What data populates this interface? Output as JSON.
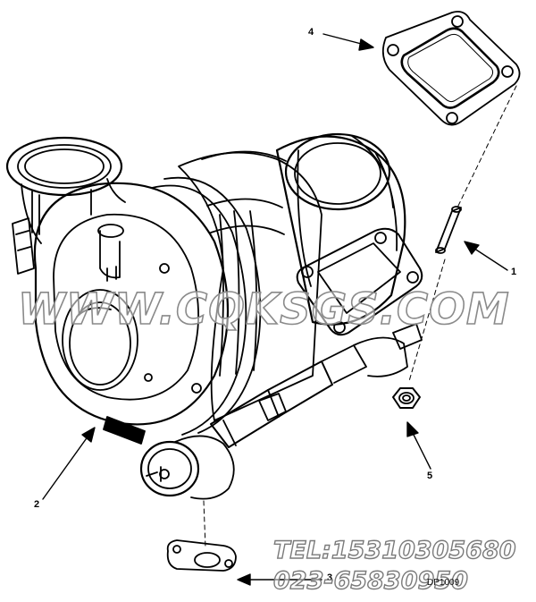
{
  "callouts": [
    {
      "id": "1",
      "label": "1"
    },
    {
      "id": "2",
      "label": "2"
    },
    {
      "id": "3",
      "label": "3"
    },
    {
      "id": "4",
      "label": "4"
    },
    {
      "id": "5",
      "label": "5"
    }
  ],
  "watermark": "WWW.CQKSGS.COM",
  "contact": {
    "tel": "TEL:15310305680",
    "phone": "023-65830950"
  },
  "drawing_code": "DP1009"
}
